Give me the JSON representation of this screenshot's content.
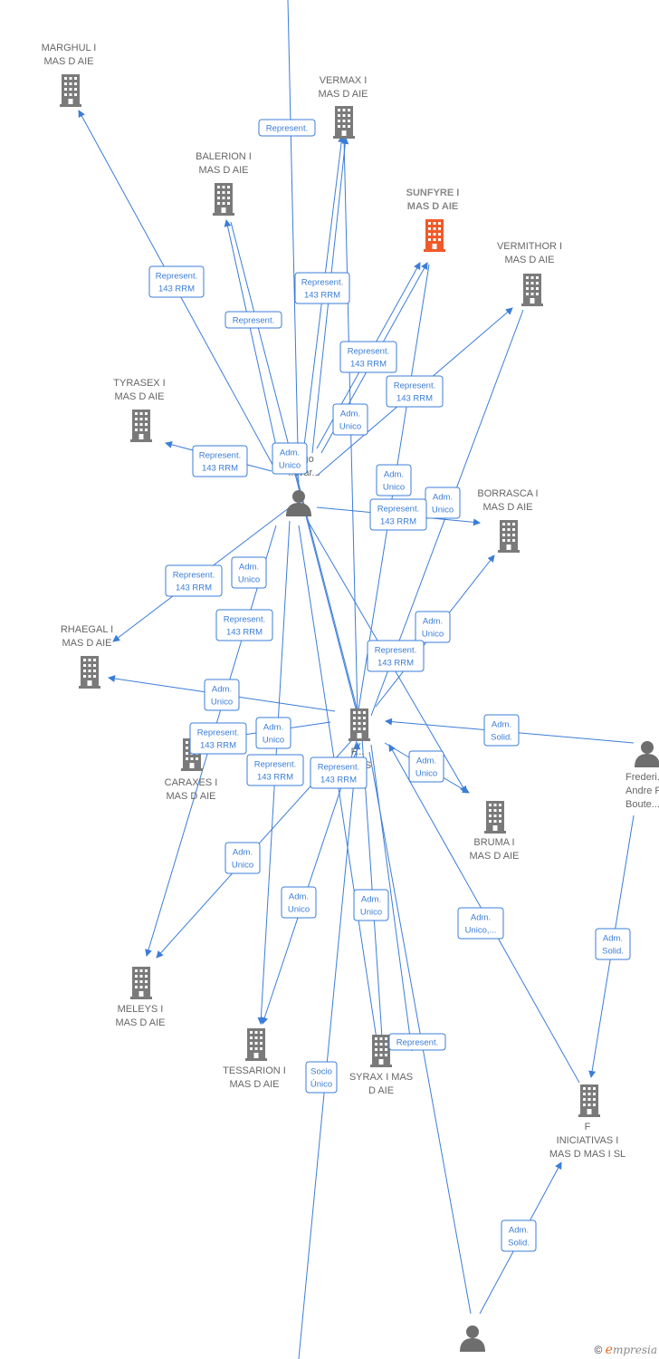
{
  "colors": {
    "edge": "#3b7dd8",
    "building": "#7a7a7a",
    "building_highlight": "#f05a28",
    "person": "#6e6e6e",
    "label": "#666666"
  },
  "nodes": [
    {
      "id": "marghul",
      "type": "building",
      "label": [
        "MARGHUL I",
        "MAS D  AIE"
      ]
    },
    {
      "id": "vermax",
      "type": "building",
      "label": [
        "VERMAX I",
        "MAS D  AIE"
      ]
    },
    {
      "id": "balerion",
      "type": "building",
      "label": [
        "BALERION I",
        "MAS D AIE"
      ]
    },
    {
      "id": "sunfyre",
      "type": "building",
      "highlight": true,
      "label": [
        "SUNFYRE I",
        "MAS D  AIE"
      ]
    },
    {
      "id": "vermithor",
      "type": "building",
      "label": [
        "VERMITHOR I",
        "MAS D  AIE"
      ]
    },
    {
      "id": "tyrasex",
      "type": "building",
      "label": [
        "TYRASEX I",
        "MAS D  AIE"
      ]
    },
    {
      "id": "person_main",
      "type": "person",
      "label": [
        "...go",
        "...ivar..."
      ]
    },
    {
      "id": "borrasca",
      "type": "building",
      "label": [
        "BORRASCA I",
        "MAS D  AIE"
      ]
    },
    {
      "id": "rhaegal",
      "type": "building",
      "label": [
        "RHAEGAL I",
        "MAS D  AIE"
      ]
    },
    {
      "id": "f_center",
      "type": "building",
      "label": [
        "F...",
        "...VAS",
        "...I..."
      ]
    },
    {
      "id": "caraxes",
      "type": "building",
      "label": [
        "CARAXES I",
        "MAS D  AIE"
      ]
    },
    {
      "id": "bruma",
      "type": "building",
      "label": [
        "BRUMA I",
        "MAS D  AIE"
      ]
    },
    {
      "id": "frederic",
      "type": "person",
      "label": [
        "Frederi...",
        "Andre Re...",
        "Boute..."
      ]
    },
    {
      "id": "meleys",
      "type": "building",
      "label": [
        "MELEYS I",
        "MAS D  AIE"
      ]
    },
    {
      "id": "tessarion",
      "type": "building",
      "label": [
        "TESSARION I",
        "MAS D  AIE"
      ]
    },
    {
      "id": "syrax",
      "type": "building",
      "label": [
        "SYRAX I MAS",
        "D  AIE"
      ]
    },
    {
      "id": "f_iniciativas",
      "type": "building",
      "label": [
        "F",
        "INICIATIVAS I",
        "MAS D MAS I SL"
      ]
    },
    {
      "id": "person_bottom",
      "type": "person",
      "label": []
    }
  ],
  "edge_labels": [
    [
      "Represent."
    ],
    [
      "Represent.",
      "143 RRM"
    ],
    [
      "Represent."
    ],
    [
      "Represent.",
      "143 RRM"
    ],
    [
      "Represent.",
      "143 RRM"
    ],
    [
      "Represent.",
      "143 RRM"
    ],
    [
      "Adm.",
      "Unico"
    ],
    [
      "Represent.",
      "143 RRM"
    ],
    [
      "Adm.",
      "Unico"
    ],
    [
      "Adm.",
      "Unico"
    ],
    [
      "Adm.",
      "Unico"
    ],
    [
      "Represent.",
      "143 RRM"
    ],
    [
      "Represent.",
      "143 RRM"
    ],
    [
      "Adm.",
      "Unico"
    ],
    [
      "Represent.",
      "143 RRM"
    ],
    [
      "Adm.",
      "Unico"
    ],
    [
      "Represent.",
      "143 RRM"
    ],
    [
      "Adm.",
      "Unico"
    ],
    [
      "Represent.",
      "143 RRM"
    ],
    [
      "Adm.",
      "Unico"
    ],
    [
      "Represent.",
      "143 RRM"
    ],
    [
      "Represent.",
      "143 RRM"
    ],
    [
      "Adm.",
      "Unico"
    ],
    [
      "Adm.",
      "Solid."
    ],
    [
      "Adm.",
      "Unico"
    ],
    [
      "Adm.",
      "Unico"
    ],
    [
      "Adm.",
      "Unico"
    ],
    [
      "Adm.",
      "Unico,..."
    ],
    [
      "Adm.",
      "Solid."
    ],
    [
      "Represent."
    ],
    [
      "Socio",
      "Único"
    ],
    [
      "Adm.",
      "Solid."
    ]
  ],
  "brand": {
    "copyright": "©",
    "name_initial": "e",
    "name_rest": "mpresia"
  }
}
